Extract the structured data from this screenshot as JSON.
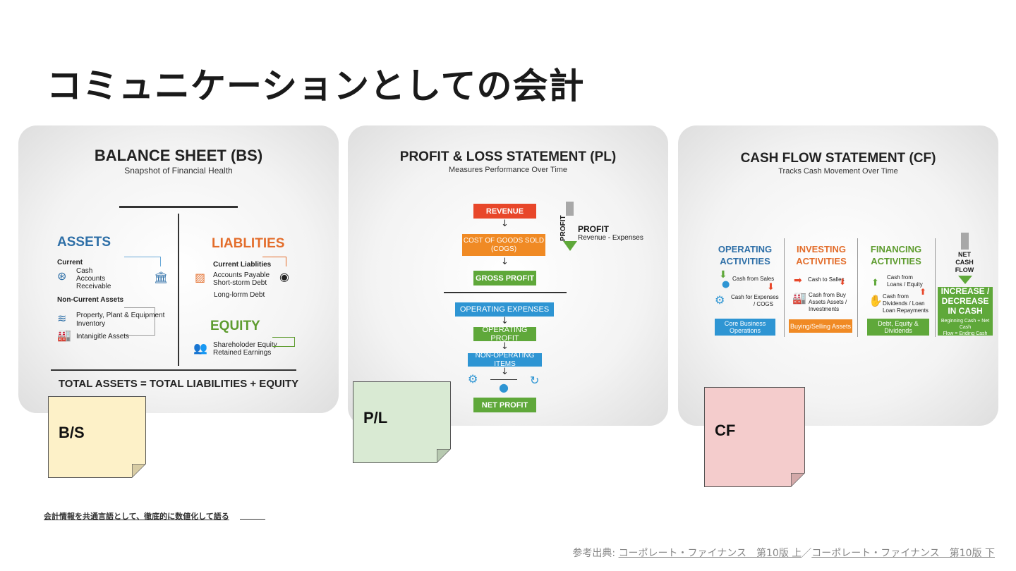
{
  "slide": {
    "title": "コミュニケーションとしての会計",
    "note": "会計情報を共通言語として、徹底的に数値化して語る",
    "source_prefix": "参考出典: ",
    "source_link_1": "コーポレート・ファイナンス　第10版 上",
    "source_separator": "／",
    "source_link_2": "コーポレート・ファイナンス　第10版 下"
  },
  "bs": {
    "title": "BALANCE SHEET (BS)",
    "subtitle": "Snapshot of Financial Health",
    "assets": "ASSETS",
    "current": "Current",
    "cash": "Cash",
    "accounts": "Accounts",
    "receivable": "Receivable",
    "non_current": "Non-Current Assets",
    "ppe": "Property, Plant & Equipment",
    "inventory": "Inventory",
    "intangible": "Intanigitle Assets",
    "liabilities": "LIABLITIES",
    "current_liabilities": "Current Liablities",
    "accounts_payable": "Accounts Payable",
    "short_term_debt": "Short-storm Debt",
    "long_term_debt": "Long-lorrm Debt",
    "equity": "EQUITY",
    "shareholder_equity": "Shareholoder Equity",
    "retained_earnings": "Retained Earnings",
    "total": "TOTAL ASSETS = TOTAL LIABILITIES + EQUITY"
  },
  "pl": {
    "title": "PROFIT & LOSS STATEMENT (PL)",
    "subtitle": "Measures Performance Over Time",
    "revenue": "REVENUE",
    "cogs_1": "COST OF GOODS SOLD",
    "cogs_2": "(COGS)",
    "gross_profit": "GROSS PROFIT",
    "operating_expenses": "OPERATING EXPENSES",
    "operating_profit": "OPERATING PROFIT",
    "non_operating": "NON-OPERATING ITEMS",
    "net_profit": "NET PROFIT",
    "profit_vertical": "PROFIT",
    "profit_label": "PROFIT",
    "profit_formula": "Revenue - Expenses"
  },
  "cf": {
    "title": "CASH FLOW STATEMENT (CF)",
    "subtitle": "Tracks Cash Movement Over Time",
    "operating_1": "OPERATING",
    "operating_2": "ACTIVITIES",
    "investing_1": "INVESTING",
    "investing_2": "ACTIVITIES",
    "financing_1": "FINANCING",
    "financing_2": "ACTIVITIES",
    "net_1": "NET",
    "net_2": "CASH",
    "net_3": "FLOW",
    "cash_from_sales": "Cash from Sales",
    "cash_for_expenses_1": "Cash for Expenses",
    "cash_for_expenses_2": "/ COGS",
    "cash_to_salles": "Cash to Salles",
    "cash_from_buy_1": "Cash from Buy",
    "cash_from_buy_2": "Assets Assets /",
    "cash_from_buy_3": "Investments",
    "cash_from_loans_1": "Cash from",
    "cash_from_loans_2": "Loans / Equity",
    "cash_from_div_1": "Cash from",
    "cash_from_div_2": "Dividends / Loan",
    "cash_from_div_3": "Loan Repayments",
    "core_1": "Core Business",
    "core_2": "Operations",
    "buying_selling": "Buying/Selling Assets",
    "debt_equity_1": "Debt, Equity &",
    "debt_equity_2": "Dividends",
    "increase_1": "INCREASE /",
    "increase_2": "DECREASE",
    "increase_3": "IN CASH",
    "ending_1": "Beginning Cash + Net Cash",
    "ending_2": "Flow = Ending Cash"
  },
  "stickies": {
    "bs": "B/S",
    "pl": "P/L",
    "cf": "CF"
  },
  "colors": {
    "bs_sticky": "#fdf1c8",
    "pl_sticky": "#d9ead3",
    "cf_sticky": "#f4cccc",
    "assets_blue": "#2e6fa7",
    "liabilities_orange": "#e36d2b",
    "equity_green": "#5e9c2f",
    "red": "#e8472a",
    "orange": "#f08a24",
    "green": "#5fa83a",
    "blue": "#2e95d3"
  }
}
